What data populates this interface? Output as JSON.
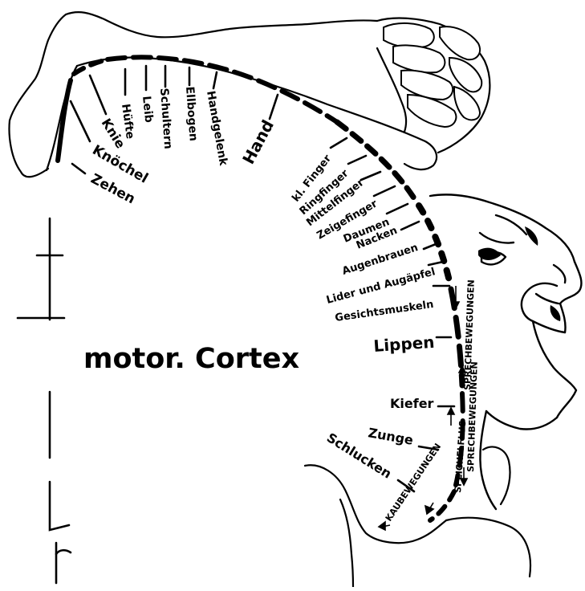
{
  "title": "motor. Cortex",
  "colors": {
    "ink": "#000000",
    "paper": "#ffffff"
  },
  "labels": {
    "knie": "Knie",
    "huefte": "Hüfte",
    "leib": "Leib",
    "schultern": "Schultern",
    "ellbogen": "Ellbogen",
    "handgelenk": "Handgelenk",
    "hand": "Hand",
    "knoechel": "Knöchel",
    "zehen": "Zehen",
    "kl_finger": "kl. Finger",
    "ringfinger": "Ringfinger",
    "mittelfinger": "Mittelfinger",
    "zeigefinger": "Zeigefinger",
    "daumen": "Daumen",
    "nacken": "Nacken",
    "augenbrauen": "Augenbrauen",
    "lider": "Lider und Augäpfel",
    "gesichtsmuskeln": "Gesichtsmuskeln",
    "lippen": "Lippen",
    "kiefer": "Kiefer",
    "zunge": "Zunge",
    "schlucken": "Schlucken",
    "sprechbewegungen_upper": "SPRECHBEWEGUNGEN",
    "sprechbewegungen_lower": "SPRECHBEWEGUNGEN",
    "speichelfluss": "SPEICHELFLUS",
    "kaubewegungen": "KAUBEWEGUNGEN"
  }
}
